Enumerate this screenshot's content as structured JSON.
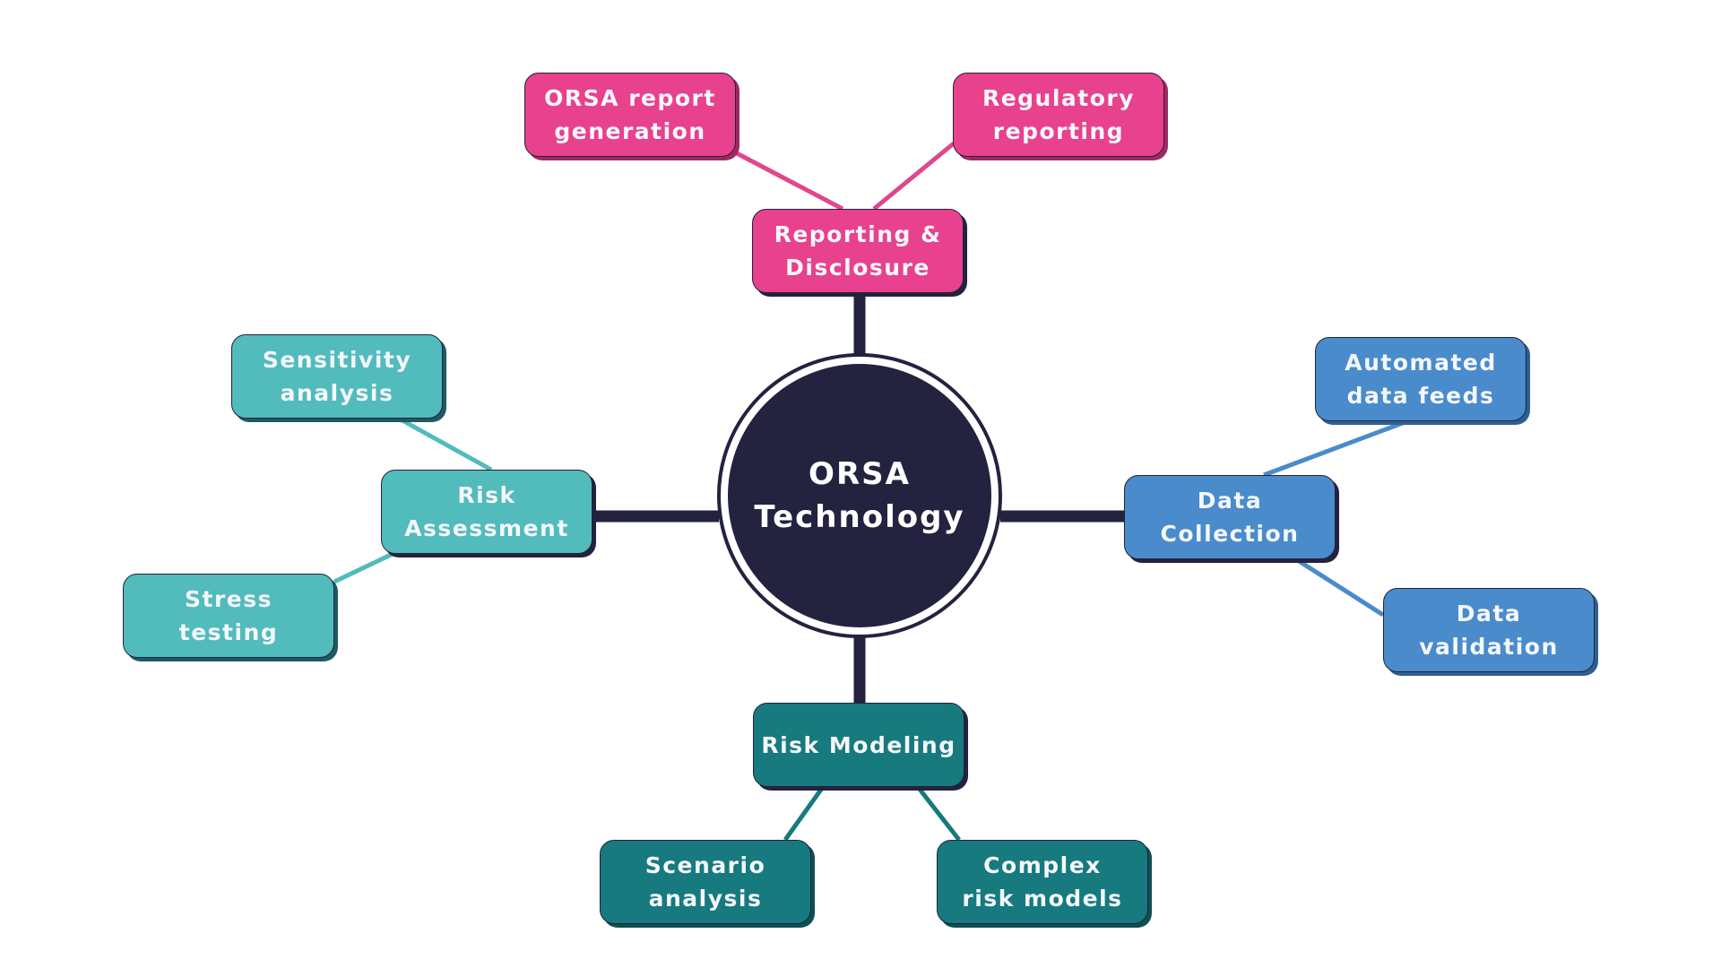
{
  "diagram": {
    "type": "mind-map",
    "center": {
      "line1": "ORSA",
      "line2": "Technology",
      "color": "#23223f"
    },
    "branches": [
      {
        "id": "reporting",
        "label": "Reporting &\nDisclosure",
        "color": "#e8418d",
        "children": [
          {
            "label": "ORSA report\ngeneration"
          },
          {
            "label": "Regulatory\nreporting"
          }
        ]
      },
      {
        "id": "risk-assessment",
        "label": "Risk\nAssessment",
        "color": "#52bbbc",
        "children": [
          {
            "label": "Sensitivity\nanalysis"
          },
          {
            "label": "Stress testing"
          }
        ]
      },
      {
        "id": "data-collection",
        "label": "Data\nCollection",
        "color": "#4a8bcb",
        "children": [
          {
            "label": "Automated\ndata feeds"
          },
          {
            "label": "Data\nvalidation"
          }
        ]
      },
      {
        "id": "risk-modeling",
        "label": "Risk Modeling",
        "color": "#167a7e",
        "children": [
          {
            "label": "Scenario\nanalysis"
          },
          {
            "label": "Complex\nrisk models"
          }
        ]
      }
    ]
  }
}
